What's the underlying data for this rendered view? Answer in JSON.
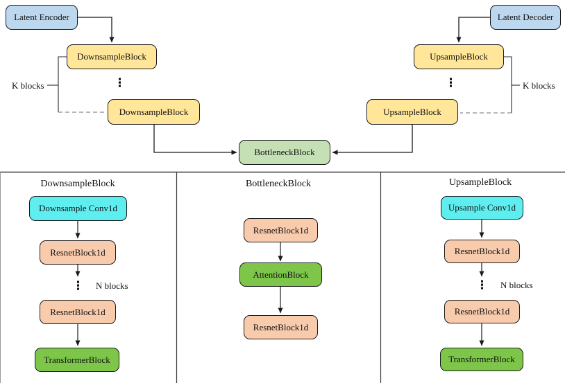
{
  "figure": {
    "description": "Hierarchical 1D U-Net style architecture diagram with encoder/decoder flow on top and three expanded block definitions below"
  },
  "top_flow": {
    "latent_encoder": "Latent Encoder",
    "latent_decoder": "Latent Decoder",
    "downsample_block_1": "DownsampleBlock",
    "downsample_block_2": "DownsampleBlock",
    "upsample_block_1": "UpsampleBlock",
    "upsample_block_2": "UpsampleBlock",
    "bottleneck_block": "BottleneckBlock",
    "k_blocks_left": "K blocks",
    "k_blocks_right": "K blocks",
    "ellipsis_left": "⋮",
    "ellipsis_right": "⋮"
  },
  "panels": {
    "downsample": {
      "title": "DownsampleBlock",
      "conv": "Downsample Conv1d",
      "resnet_1": "ResnetBlock1d",
      "resnet_2": "ResnetBlock1d",
      "transformer": "TransformerBlock",
      "n_blocks": "N blocks",
      "ellipsis": "⋮"
    },
    "bottleneck": {
      "title": "BottleneckBlock",
      "resnet_1": "ResnetBlock1d",
      "attention": "AttentionBlock",
      "resnet_2": "ResnetBlock1d"
    },
    "upsample": {
      "title": "UpsampleBlock",
      "conv": "Upsample Conv1d",
      "resnet_1": "ResnetBlock1d",
      "resnet_2": "ResnetBlock1d",
      "transformer": "TransformerBlock",
      "n_blocks": "N blocks",
      "ellipsis": "⋮"
    }
  },
  "colors": {
    "latent_box": "#BDD7EE",
    "sample_box": "#FFE699",
    "bottleneck_box": "#C5E0B4",
    "conv_box": "#5FEEF0",
    "resnet_box": "#F8CBAD",
    "green_box": "#7DC64A",
    "wire": "#1a1a1a",
    "dashed_wire": "#8a8a8a",
    "divider": "#3a3a3a"
  }
}
